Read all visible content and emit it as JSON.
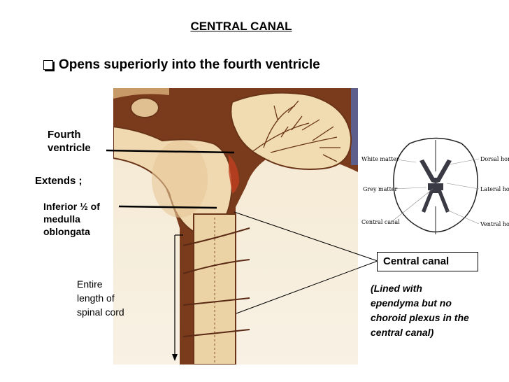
{
  "title": "CENTRAL CANAL",
  "bullet": "Opens superiorly into the fourth ventricle",
  "labels": {
    "fourth_line1": "Fourth",
    "fourth_line2": "ventricle",
    "extends": "Extends ;",
    "inferior_line1": "Inferior ½ of",
    "inferior_line2": "medulla",
    "inferior_line3": "oblongata",
    "entire_line1": "Entire",
    "entire_line2": "length of",
    "entire_line3": "spinal cord",
    "central_canal": "Central canal",
    "lined_line1": "(Lined with",
    "lined_line2": "ependyma but no",
    "lined_line3": "choroid plexus in the",
    "lined_line4": "central canal)"
  },
  "cross_section": {
    "white_matter": "White matter",
    "grey_matter": "Grey matter",
    "central_canal": "Central canal",
    "dorsal_horn": "Dorsal horn",
    "lateral_horn": "Lateral horn",
    "ventral_horn": "Ventral horn"
  }
}
